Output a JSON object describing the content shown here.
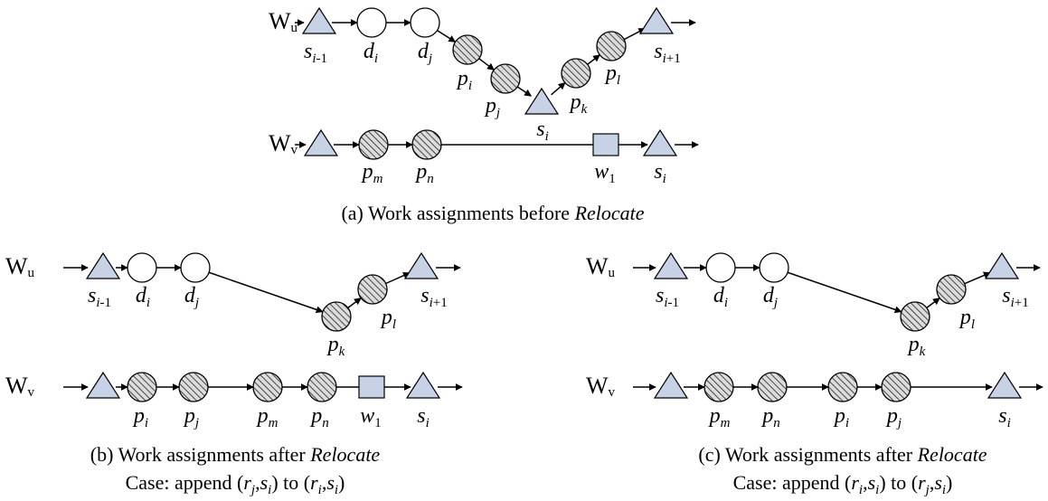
{
  "nodes": {
    "s_i_minus_1": {
      "base": "s",
      "sub": "i",
      "subn": "-1"
    },
    "s_i": {
      "base": "s",
      "sub": "i",
      "subn": ""
    },
    "s_i_plus_1": {
      "base": "s",
      "sub": "i",
      "subn": "+1"
    },
    "d_i": {
      "base": "d",
      "sub": "i",
      "subn": ""
    },
    "d_j": {
      "base": "d",
      "sub": "j",
      "subn": ""
    },
    "p_i": {
      "base": "p",
      "sub": "i",
      "subn": ""
    },
    "p_j": {
      "base": "p",
      "sub": "j",
      "subn": ""
    },
    "p_k": {
      "base": "p",
      "sub": "k",
      "subn": ""
    },
    "p_l": {
      "base": "p",
      "sub": "l",
      "subn": ""
    },
    "p_m": {
      "base": "p",
      "sub": "m",
      "subn": ""
    },
    "p_n": {
      "base": "p",
      "sub": "n",
      "subn": ""
    },
    "w_1": {
      "base": "w",
      "sub": "",
      "subn": "1"
    }
  },
  "workers": {
    "u": {
      "base": "W",
      "sub": "u"
    },
    "v": {
      "base": "W",
      "sub": "v"
    }
  },
  "captions": {
    "a": {
      "prefix": "(a) Work assignments before ",
      "emph": "Relocate"
    },
    "b": {
      "line1_prefix": "(b) Work assignments after ",
      "line1_emph": "Relocate",
      "line2_prefix": "Case: append (",
      "r": "r",
      "r_sub": "j",
      "mid": ",",
      "s": "s",
      "s_sub": "i",
      "to": ") to (",
      "r2": "r",
      "r2_sub": "i",
      "mid2": ",",
      "s2": "s",
      "s2_sub": "i",
      "end": ")"
    },
    "c": {
      "line1_prefix": "(c) Work assignments after ",
      "line1_emph": "Relocate",
      "line2_prefix": "Case: append (",
      "r": "r",
      "r_sub": "i",
      "mid": ",",
      "s": "s",
      "s_sub": "i",
      "to": ") to (",
      "r2": "r",
      "r2_sub": "j",
      "mid2": ",",
      "s2": "s",
      "s2_sub": "i",
      "end": ")"
    }
  },
  "legend_colors": {
    "station_fill": "#c8d2e6",
    "hatch_fill": "#dcdcdc"
  }
}
